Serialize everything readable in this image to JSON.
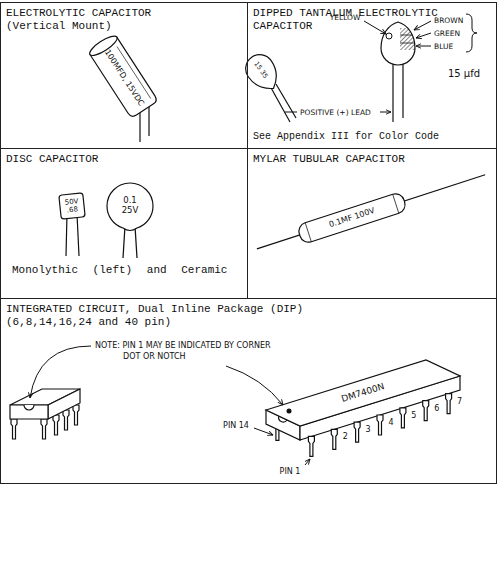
{
  "diagram": {
    "nodes": [
      {
        "text": [
          "ELECTROLYTIC CAPACITOR (Vertical Mount)"
        ]
      },
      {
        "text": [
          "DIPPED TANTALUM ELECTROLYTIC CAPACITOR",
          "See Appendix III for Color Code"
        ]
      },
      {
        "text": [
          "DISC CAPACITOR",
          "Monolythic (left) and Ceramic"
        ]
      },
      {
        "text": [
          "MYLAR TUBULAR CAPACITOR"
        ]
      },
      {
        "text": [
          "INTEGRATED CIRCUIT, Dual Inline Package (DIP) (6,8,14,16,24 and 40 pin)"
        ]
      }
    ],
    "labels": [
      "100MFD, 15VDC",
      "15 35",
      "YELLOW",
      "BROWN",
      "GREEN",
      "BLUE",
      "15 μfd",
      "POSITIVE (+) LEAD",
      "50V .68",
      "0.1 25V",
      "0.1MF 100V",
      "NOTE: PIN 1 MAY BE INDICATED BY CORNER DOT OR NOTCH",
      "DM7400N",
      "PIN 14",
      "PIN 1",
      "2",
      "3",
      "4",
      "5",
      "6",
      "7"
    ]
  }
}
